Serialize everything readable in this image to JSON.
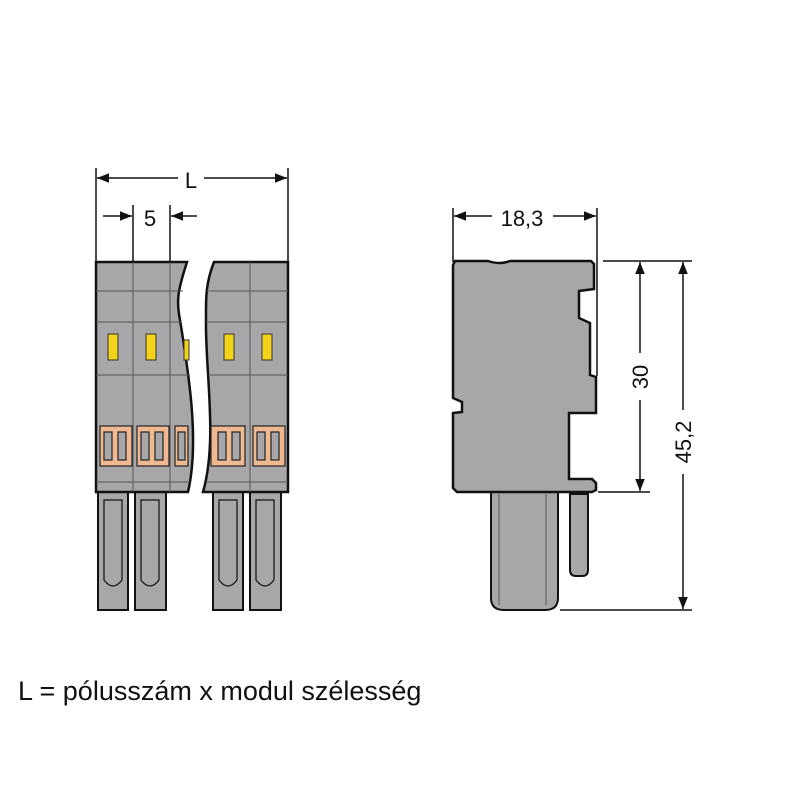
{
  "front_view": {
    "dim_total_label": "L",
    "dim_pitch_label": "5"
  },
  "side_view": {
    "dim_width_label": "18,3",
    "dim_height_body_label": "30",
    "dim_height_total_label": "45,2"
  },
  "caption": "L = pólusszám x modul szélesség",
  "colors": {
    "body": "#a7a7a9",
    "latch": "#f3d21a",
    "contact": "#f0b890",
    "line": "#111111"
  }
}
